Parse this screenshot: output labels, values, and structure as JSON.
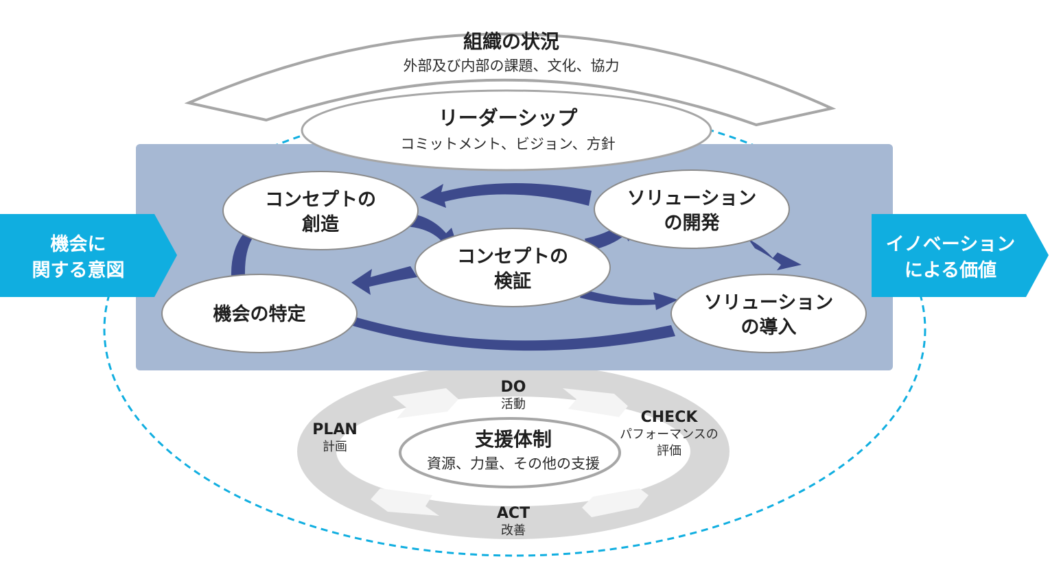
{
  "context": {
    "title": "組織の状況",
    "subtitle": "外部及び内部の課題、文化、協力"
  },
  "leadership": {
    "title": "リーダーシップ",
    "subtitle": "コミットメント、ビジョン、方針"
  },
  "input": {
    "line1": "機会に",
    "line2": "関する意図"
  },
  "output": {
    "line1": "イノベーション",
    "line2": "による価値"
  },
  "processes": {
    "identify": {
      "line1": "機会の特定"
    },
    "create": {
      "line1": "コンセプトの",
      "line2": "創造"
    },
    "validate": {
      "line1": "コンセプトの",
      "line2": "検証"
    },
    "develop": {
      "line1": "ソリューション",
      "line2": "の開発"
    },
    "deploy": {
      "line1": "ソリューション",
      "line2": "の導入"
    }
  },
  "pdca": {
    "plan": {
      "label": "PLAN",
      "sub": "計画"
    },
    "do": {
      "label": "DO",
      "sub": "活動"
    },
    "check": {
      "label": "CHECK",
      "sub1": "パフォーマンスの",
      "sub2": "評価"
    },
    "act": {
      "label": "ACT",
      "sub": "改善"
    }
  },
  "support": {
    "title": "支援体制",
    "subtitle": "資源、力量、その他の支援"
  },
  "colors": {
    "arrow": "#3d4a8c",
    "cyan": "#10aee0",
    "panel": "#a6b8d3",
    "ring": "#d7d7d7",
    "outline_gray": "#a6a6a6"
  }
}
